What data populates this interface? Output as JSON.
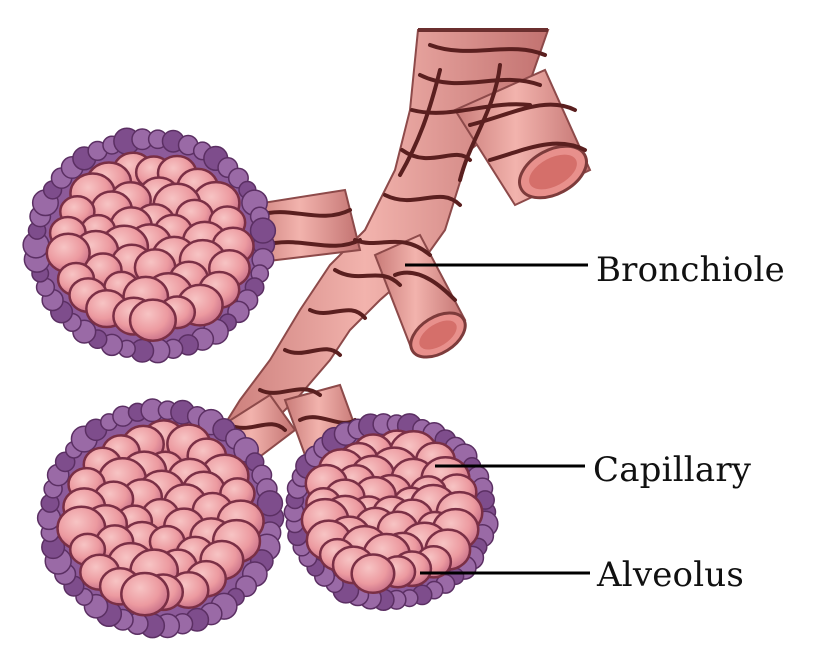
{
  "figure": {
    "background": "#ffffff",
    "colors": {
      "tube": "#e9a2a0",
      "tube_dark": "#b05f5f",
      "tube_lumen": "#d9766f",
      "capillary": "#5a1f1f",
      "alveolus_fill": "#ee9fa6",
      "alveolus_edge": "#7a2f45",
      "alveolus_shadow": "#8d5b9a",
      "leader_line": "#000000"
    }
  },
  "labels": {
    "bronchiole": "Bronchiole",
    "capillary": "Capillary",
    "alveolus": "Alveolus"
  }
}
